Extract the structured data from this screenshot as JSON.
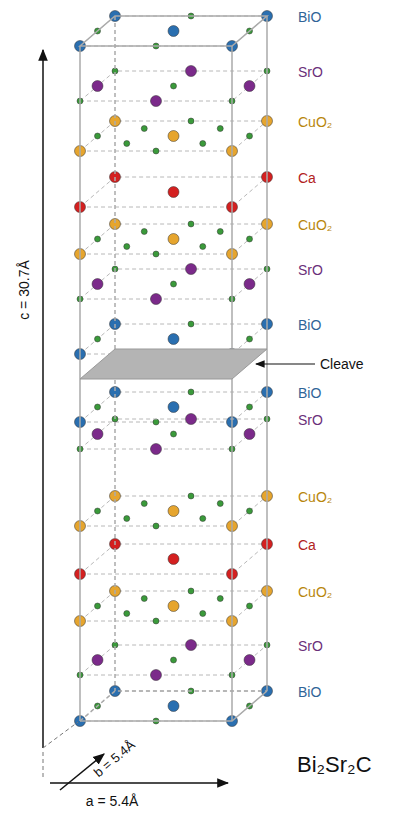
{
  "diagram": {
    "labels": [
      "BiO",
      "SrO",
      "CuO₂",
      "Ca",
      "CuO₂",
      "SrO",
      "BiO",
      "Cleave",
      "BiO",
      "SrO",
      "CuO₂",
      "Ca",
      "CuO₂",
      "SrO",
      "BiO",
      "c = 30.7Å",
      "b = 5.4Å",
      "a = 5.4Å",
      "Bi₂Sr₂C"
    ]
  }
}
